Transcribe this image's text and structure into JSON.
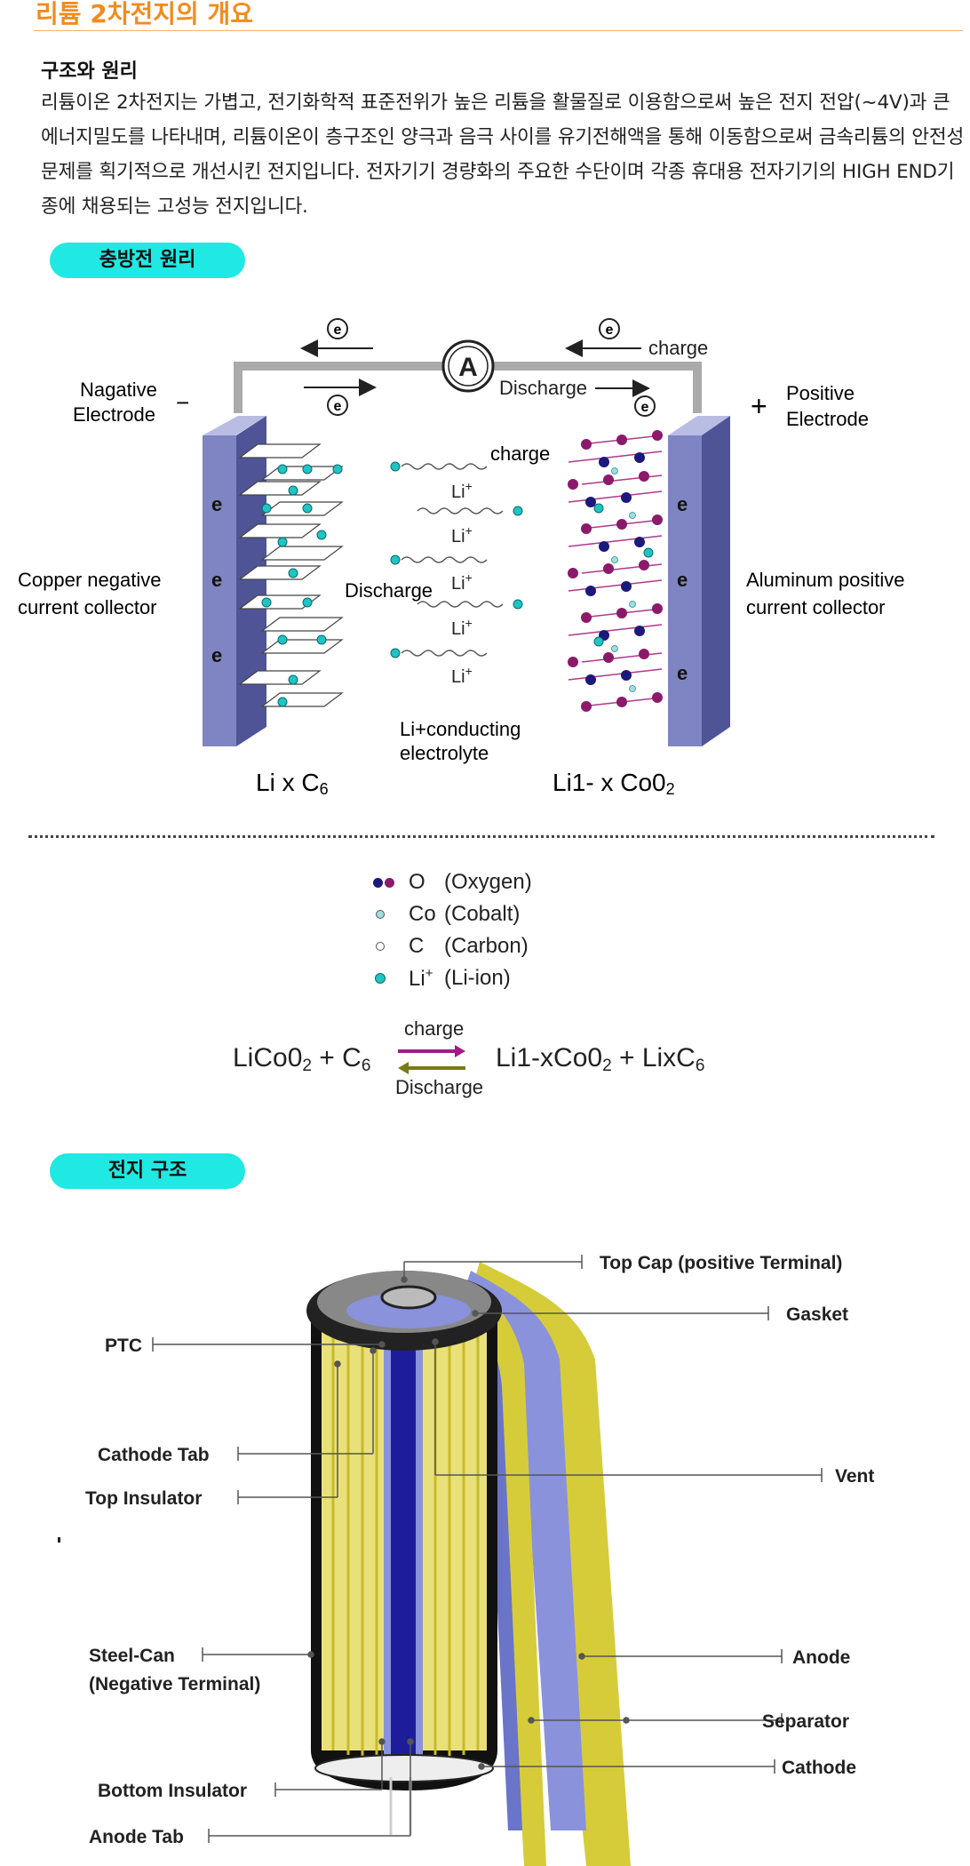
{
  "page_title": "리튬 2차전지의 개요",
  "section": {
    "heading": "구조와 원리",
    "paragraph": "리튬이온 2차전지는 가볍고, 전기화학적 표준전위가 높은 리튬을 활물질로 이용함으로써 높은 전지 전압(~4V)과 큰 에너지밀도를 나타내며, 리튬이온이 층구조인 양극과 음극 사이를 유기전해액을 통해 이동함으로써 금속리튬의 안전성 문제를 획기적으로 개선시킨 전지입니다. 전자기기 경량화의 주요한 수단이며 각종 휴대용 전자기기의 HIGH END기종에 채용되는 고성능 전지입니다."
  },
  "pills": {
    "charge_principle": "충방전 원리",
    "cell_structure": "전지 구조"
  },
  "diagram1": {
    "electron": "e",
    "ammeter": "A",
    "charge": "charge",
    "discharge": "Discharge",
    "neg_line1": "Nagative",
    "neg_line2": "Electrode",
    "neg_sign": "−",
    "pos_sign": "+",
    "pos_line1": "Positive",
    "pos_line2": "Electrode",
    "copper_line1": "Copper negative",
    "copper_line2": "current collector",
    "alu_line1": "Aluminum positive",
    "alu_line2": "current collector",
    "li_ion": "Li",
    "li_sup": "+",
    "electrolyte_line1": "Li+conducting",
    "electrolyte_line2": "electrolyte",
    "anode_formula": "Li x C",
    "anode_sub": "6",
    "cathode_formula": "Li1- x Co0",
    "cathode_sub": "2"
  },
  "legend": {
    "oxygen_symbol": "O",
    "oxygen_name": "(Oxygen)",
    "cobalt_symbol": "Co",
    "cobalt_name": "(Cobalt)",
    "carbon_symbol": "C",
    "carbon_name": "(Carbon)",
    "li_symbol": "Li",
    "li_sup": "+",
    "li_name": "(Li-ion)"
  },
  "equation": {
    "left_a": "LiCo0",
    "left_a_sub": "2",
    "left_plus": " + C",
    "left_b_sub": "6",
    "charge": "charge",
    "discharge": "Discharge",
    "right_a": "Li1-xCo0",
    "right_a_sub": "2",
    "right_plus": " + LixC",
    "right_b_sub": "6"
  },
  "cell_labels": {
    "top_cap": "Top Cap  (positive  Terminal)",
    "gasket": "Gasket",
    "ptc": "PTC",
    "cathode_tab": "Cathode Tab",
    "vent": "Vent",
    "top_insulator": "Top  Insulator",
    "steel_can_1": "Steel-Can",
    "steel_can_2": "(Negative  Terminal)",
    "anode": "Anode",
    "separator": "Separator",
    "cathode": "Cathode",
    "bottom_insulator": "Bottom Insulator",
    "anode_tab": "Anode Tab"
  },
  "colors": {
    "title_orange": "#f08c1e",
    "pill_cyan": "#20e8e3",
    "collector_blue": "#7f84c2",
    "li_teal": "#20c4c4",
    "oxygen_purple": "#8b1a6b",
    "oxygen_navy": "#1a1a7a",
    "separator_blue": "#8a92dc",
    "electrode_yellow": "#d6cc3a"
  }
}
